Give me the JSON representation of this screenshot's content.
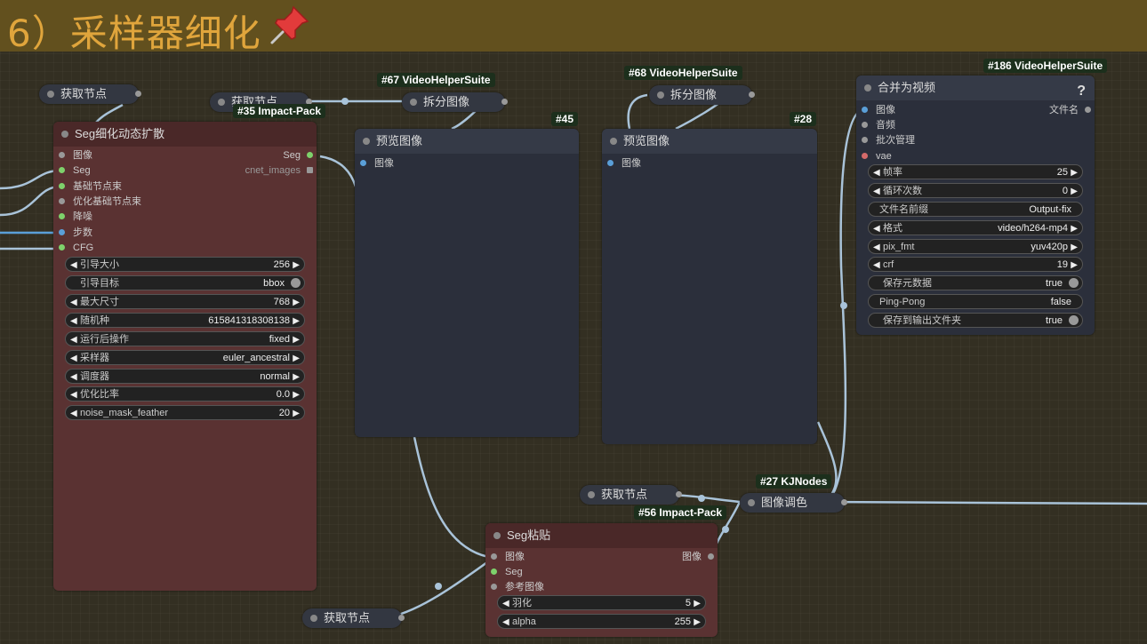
{
  "group": {
    "title": "6）采样器细化",
    "pin_icon": "pushpin-icon",
    "header_color": "#62501e"
  },
  "get_nodes": [
    {
      "label": "获取节点"
    },
    {
      "label": "获取节点"
    },
    {
      "label": "获取节点"
    },
    {
      "label": "获取节点"
    }
  ],
  "split_67": {
    "badge": "#67 VideoHelperSuite",
    "label": "拆分图像"
  },
  "split_68": {
    "badge": "#68 VideoHelperSuite",
    "label": "拆分图像"
  },
  "seg_detail": {
    "badge": "#35 Impact-Pack",
    "title": "Seg细化动态扩散",
    "inputs": [
      "图像",
      "Seg",
      "基础节点束",
      "优化基础节点束",
      "降噪",
      "步数",
      "CFG"
    ],
    "outputs": [
      "Seg",
      "cnet_images"
    ],
    "widgets": [
      {
        "label": "引导大小",
        "value": "256"
      },
      {
        "label": "引导目标",
        "value": "bbox"
      },
      {
        "label": "最大尺寸",
        "value": "768"
      },
      {
        "label": "随机种",
        "value": "615841318308138"
      },
      {
        "label": "运行后操作",
        "value": "fixed"
      },
      {
        "label": "采样器",
        "value": "euler_ancestral"
      },
      {
        "label": "调度器",
        "value": "normal"
      },
      {
        "label": "优化比率",
        "value": "0.0"
      },
      {
        "label": "noise_mask_feather",
        "value": "20"
      }
    ]
  },
  "preview_45": {
    "badge": "#45",
    "title": "预览图像",
    "input": "图像"
  },
  "preview_28": {
    "badge": "#28",
    "title": "预览图像",
    "input": "图像"
  },
  "combine": {
    "badge": "#186 VideoHelperSuite",
    "title": "合并为视频",
    "help": "?",
    "inputs": [
      "图像",
      "音频",
      "批次管理",
      "vae"
    ],
    "output": "文件名",
    "widgets": [
      {
        "label": "帧率",
        "value": "25"
      },
      {
        "label": "循环次数",
        "value": "0"
      },
      {
        "label": "文件名前缀",
        "value": "Output-fix"
      },
      {
        "label": "格式",
        "value": "video/h264-mp4"
      },
      {
        "label": "pix_fmt",
        "value": "yuv420p"
      },
      {
        "label": "crf",
        "value": "19"
      },
      {
        "label": "保存元数据",
        "value": "true"
      },
      {
        "label": "Ping-Pong",
        "value": "false"
      },
      {
        "label": "保存到输出文件夹",
        "value": "true"
      }
    ]
  },
  "color_27": {
    "badge": "#27 KJNodes",
    "label": "图像调色"
  },
  "seg_paste": {
    "badge": "#56 Impact-Pack",
    "title": "Seg粘贴",
    "inputs": [
      "图像",
      "Seg",
      "参考图像"
    ],
    "output": "图像",
    "widgets": [
      {
        "label": "羽化",
        "value": "5"
      },
      {
        "label": "alpha",
        "value": "255"
      }
    ]
  },
  "colors": {
    "node_bg": "#2b2f3b",
    "red_node_bg": "#5a3232",
    "link": "#a9c3d9",
    "slot_green": "#7ed16b"
  }
}
